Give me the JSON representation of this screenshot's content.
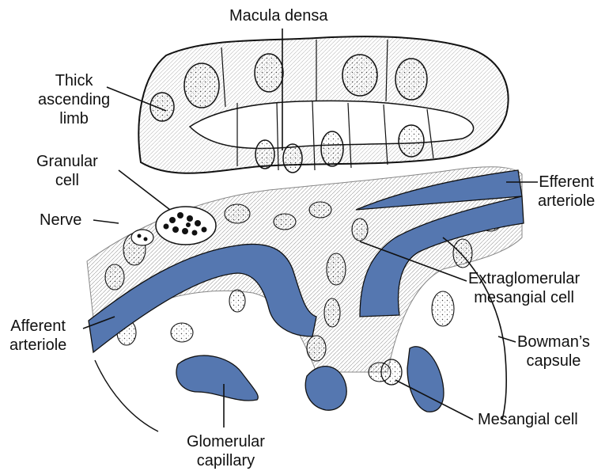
{
  "colors": {
    "vessel": "#5577b0",
    "ink": "#111111",
    "paper": "#ffffff"
  },
  "labels": {
    "macula_densa": "Macula densa",
    "thick_ascending_limb": [
      "Thick",
      "ascending",
      "limb"
    ],
    "granular_cell": [
      "Granular",
      "cell"
    ],
    "nerve": "Nerve",
    "efferent_arteriole": [
      "Efferent",
      "arteriole"
    ],
    "extraglomerular_mesangial_cell": [
      "Extraglomerular",
      "mesangial cell"
    ],
    "afferent_arteriole": [
      "Afferent",
      "arteriole"
    ],
    "bowmans_capsule": [
      "Bowman’s",
      "capsule"
    ],
    "mesangial_cell": "Mesangial cell",
    "glomerular_capillary": [
      "Glomerular",
      "capillary"
    ]
  }
}
